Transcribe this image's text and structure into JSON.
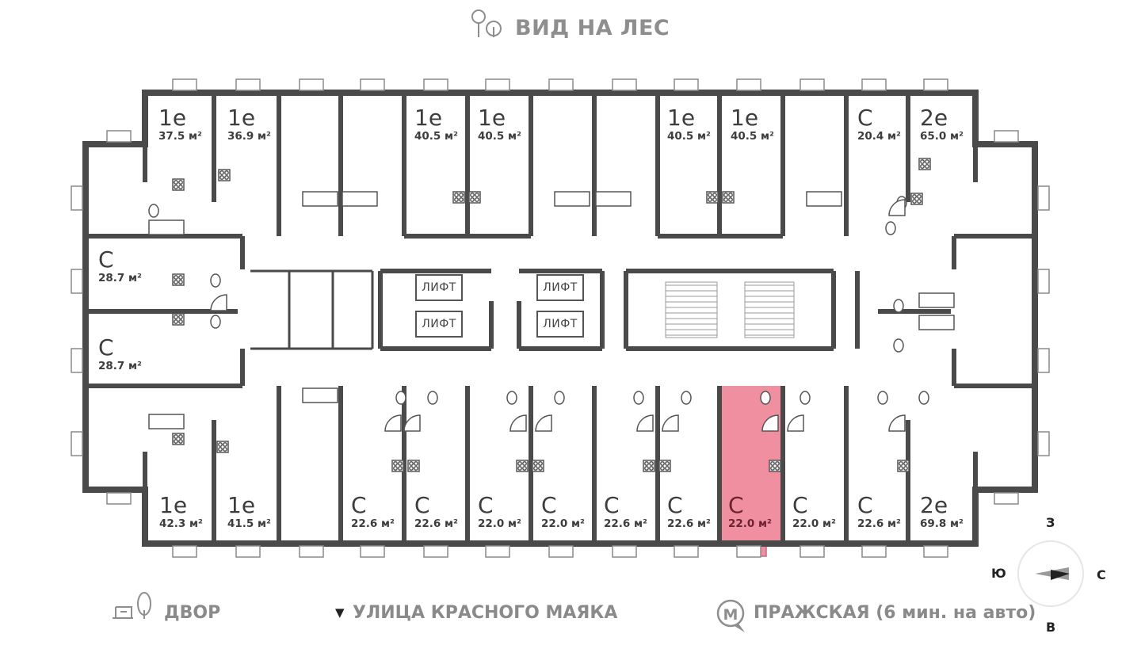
{
  "header": {
    "title": "ВИД НА ЛЕС"
  },
  "footer": {
    "courtyard": "ДВОР",
    "street_marker": "▼",
    "street": "УЛИЦА КРАСНОГО МАЯКА",
    "metro_letter": "М",
    "metro": "ПРАЖСКАЯ (6 мин. на авто)"
  },
  "compass": {
    "north": "З",
    "south": "В",
    "west": "Ю",
    "east": "С"
  },
  "lifts": [
    "ЛИФТ",
    "ЛИФТ",
    "ЛИФТ",
    "ЛИФТ"
  ],
  "units_top": [
    {
      "type": "1е",
      "area": "37.5 м²"
    },
    {
      "type": "1е",
      "area": "36.9 м²"
    },
    {
      "type": "1е",
      "area": "40.5 м²"
    },
    {
      "type": "1е",
      "area": "40.5 м²"
    },
    {
      "type": "1е",
      "area": "40.5 м²"
    },
    {
      "type": "1е",
      "area": "40.5 м²"
    },
    {
      "type": "С",
      "area": "20.4 м²"
    },
    {
      "type": "2е",
      "area": "65.0 м²"
    }
  ],
  "units_left": [
    {
      "type": "С",
      "area": "28.7 м²"
    },
    {
      "type": "С",
      "area": "28.7 м²"
    }
  ],
  "units_bottom": [
    {
      "type": "1е",
      "area": "42.3 м²"
    },
    {
      "type": "1е",
      "area": "41.5 м²"
    },
    {
      "type": "С",
      "area": "22.6 м²"
    },
    {
      "type": "С",
      "area": "22.6 м²"
    },
    {
      "type": "С",
      "area": "22.0 м²"
    },
    {
      "type": "С",
      "area": "22.0 м²"
    },
    {
      "type": "С",
      "area": "22.6 м²"
    },
    {
      "type": "С",
      "area": "22.6 м²"
    },
    {
      "type": "С",
      "area": "22.0 м²"
    },
    {
      "type": "С",
      "area": "22.0 м²"
    },
    {
      "type": "С",
      "area": "22.6 м²"
    },
    {
      "type": "2е",
      "area": "69.8 м²"
    }
  ],
  "colors": {
    "wall": "#4a4a4a",
    "highlight": "#ef8f9f",
    "highlight_text": "#6b2333",
    "caption": "#8e8e8e"
  },
  "icons": [
    "tree-icon",
    "bench-tree-icon",
    "metro-icon",
    "compass-arrow-icon"
  ]
}
